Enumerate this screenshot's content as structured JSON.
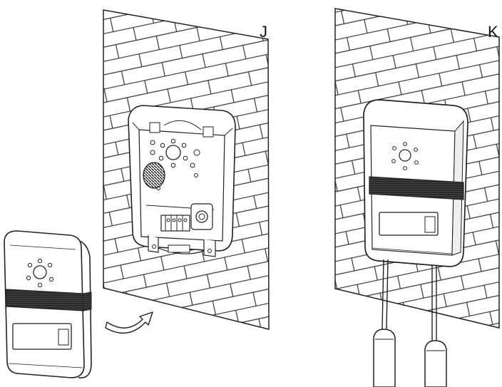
{
  "labels": {
    "step_j": "J",
    "step_k": "K"
  },
  "colors": {
    "line": "#222222",
    "band": "#2a2a2a",
    "background": "#ffffff"
  },
  "icons": [
    "brick-wall",
    "mounting-bracket",
    "speaker-grille",
    "camera-lens",
    "doorbell-front-cover",
    "attach-arrow",
    "cable-plug"
  ]
}
